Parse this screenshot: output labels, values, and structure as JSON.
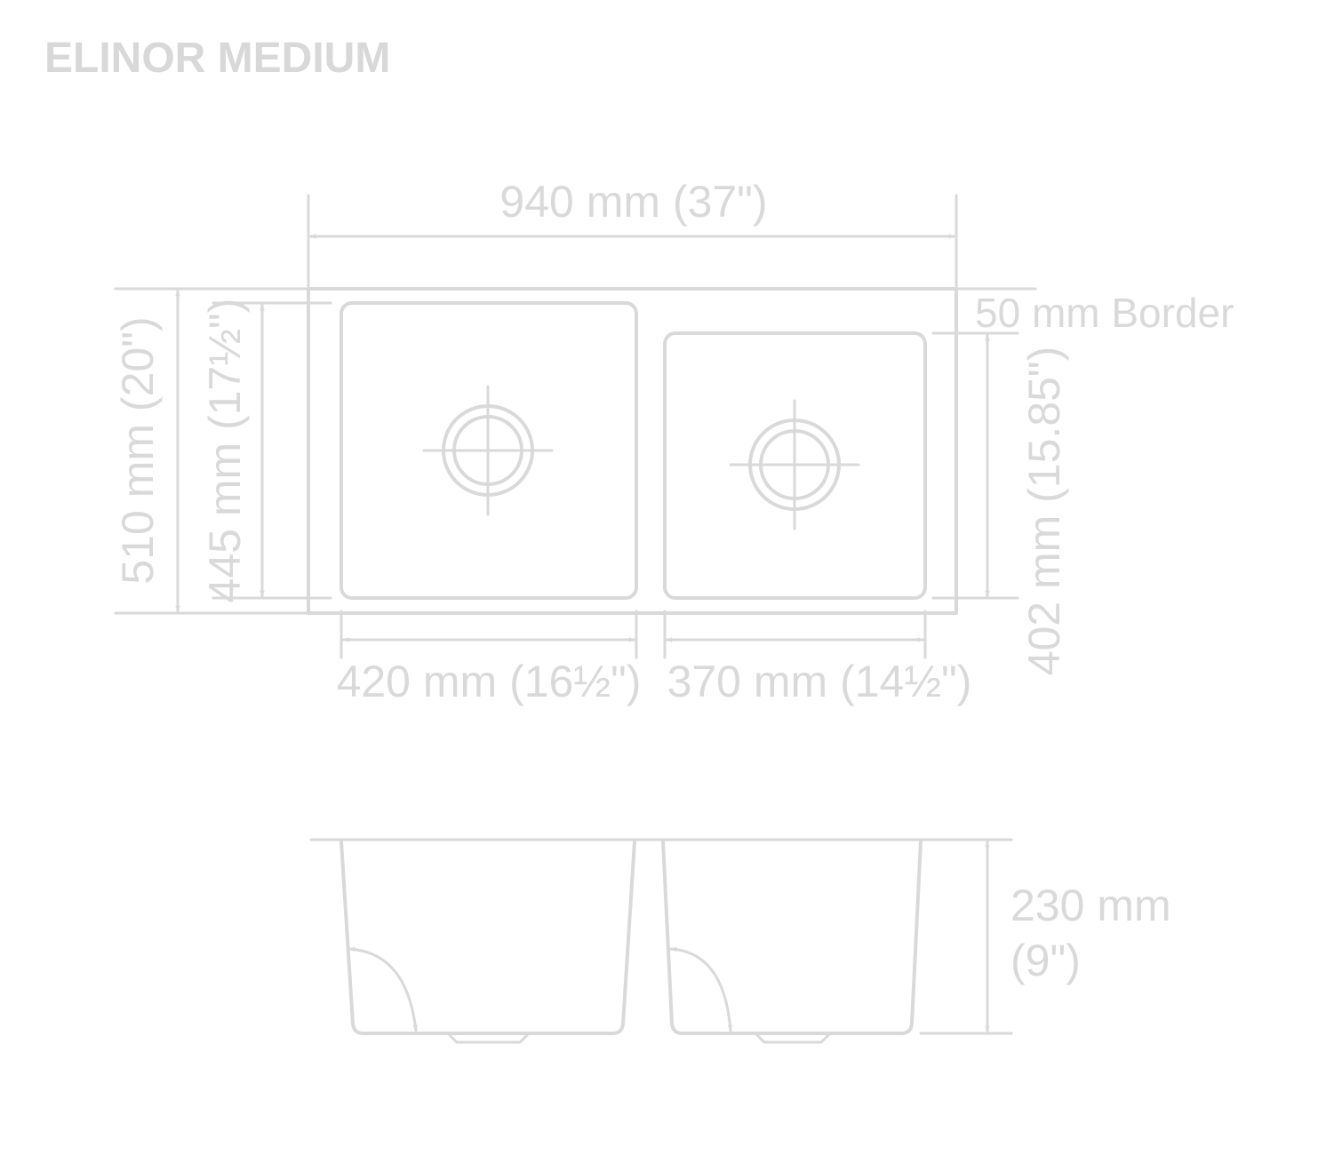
{
  "title": "ELINOR MEDIUM",
  "colors": {
    "line": "#d9d9d9",
    "title": "#d8d8d8",
    "background": "#ffffff"
  },
  "dimensions": {
    "overall_width": "940 mm (37\")",
    "overall_depth": "510 mm (20\")",
    "left_bowl_depth": "445 mm (17½\")",
    "left_bowl_width": "420 mm (16½\")",
    "right_bowl_width": "370 mm (14½\")",
    "right_bowl_depth": "402 mm (15.85\")",
    "border": "50 mm Border",
    "bowl_height_mm": "230 mm",
    "bowl_height_in": "(9\")"
  }
}
